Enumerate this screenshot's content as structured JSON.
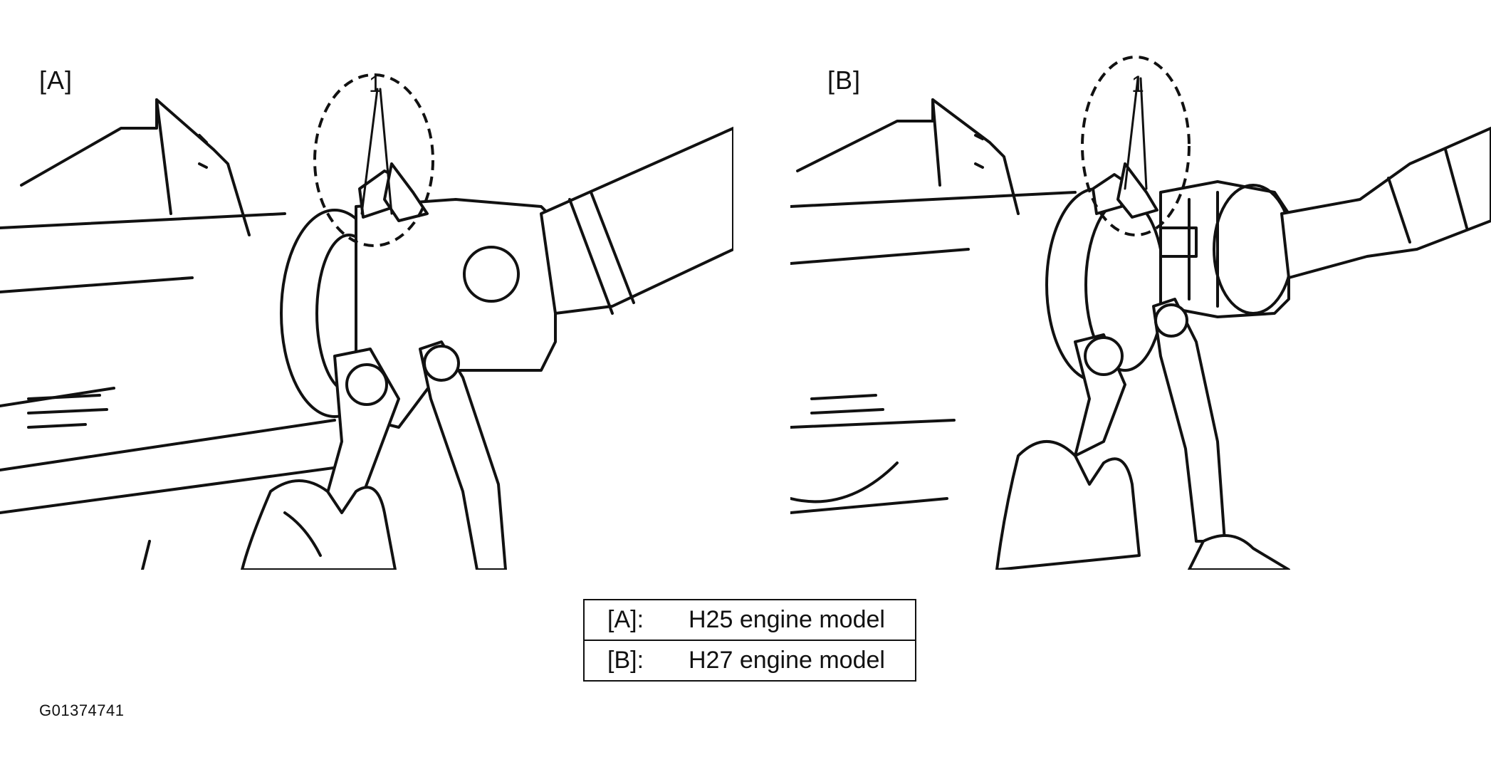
{
  "figure": {
    "panels": [
      {
        "label": "[A]",
        "callout": "1"
      },
      {
        "label": "[B]",
        "callout": "1"
      }
    ],
    "legend": [
      {
        "key": "[A]:",
        "text": "H25 engine model"
      },
      {
        "key": "[B]:",
        "text": "H27 engine model"
      }
    ],
    "figure_id": "G01374741"
  }
}
